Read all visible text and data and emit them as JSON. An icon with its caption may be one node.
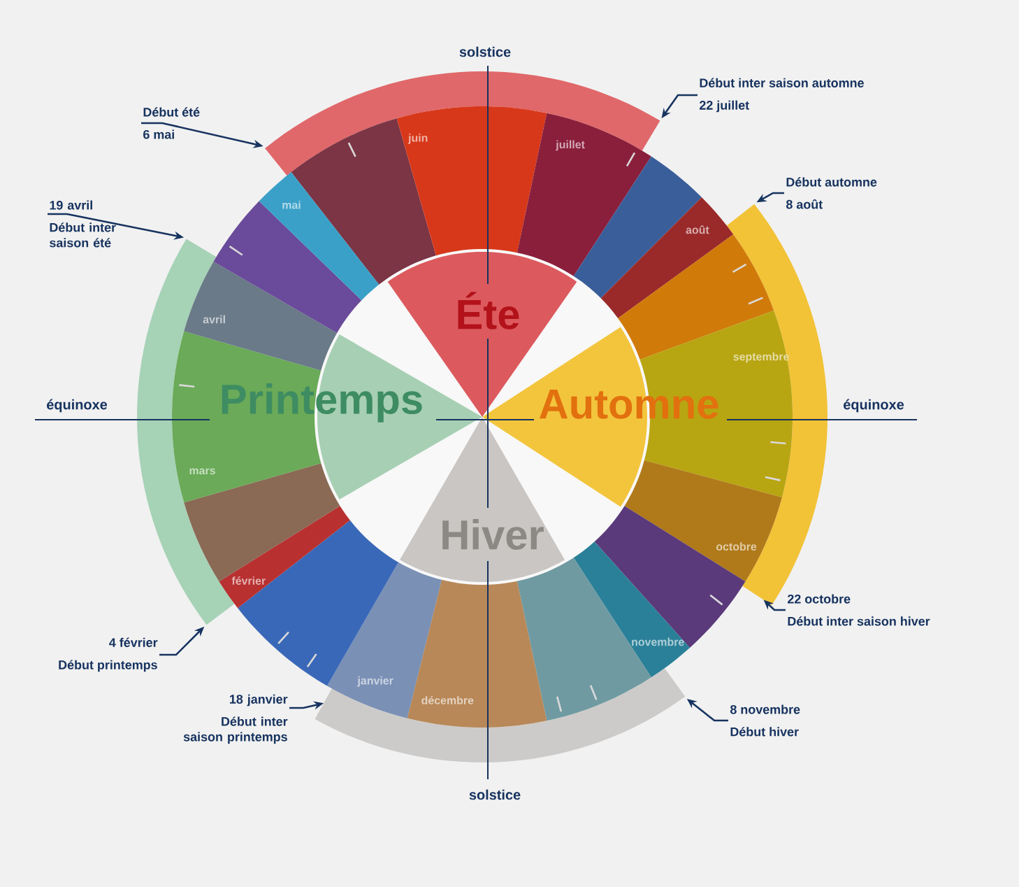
{
  "diagram": {
    "nodes": [
      {
        "text": [
          "Début été",
          "6 mai"
        ]
      },
      {
        "text": [
          "Début inter saison automne",
          "22 juillet"
        ]
      },
      {
        "text": [
          "19 avril",
          "Début inter saison été"
        ]
      },
      {
        "text": [
          "Début automne",
          "8 août"
        ]
      },
      {
        "text": [
          "22 octobre",
          "Début inter saison hiver"
        ]
      },
      {
        "text": [
          "4 février",
          "Début printemps"
        ]
      },
      {
        "text": [
          "18 janvier",
          "Début inter saison printemps"
        ]
      },
      {
        "text": [
          "8 novembre",
          "Début hiver"
        ]
      },
      {
        "text": [],
        "shape": "band"
      },
      {
        "text": [],
        "shape": "band"
      },
      {
        "text": [],
        "shape": "band"
      },
      {
        "text": [],
        "shape": "band"
      },
      {
        "text": [
          "Éte"
        ]
      },
      {
        "text": [
          "Printemps"
        ]
      },
      {
        "text": [
          "Automne"
        ]
      },
      {
        "text": [
          "Hiver"
        ]
      },
      {
        "text": [],
        "shape": "sector"
      },
      {
        "text": [
          "juin"
        ]
      },
      {
        "text": [
          "juillet"
        ]
      },
      {
        "text": [],
        "shape": "sector"
      },
      {
        "text": [
          "août"
        ]
      },
      {
        "text": [],
        "shape": "sector"
      },
      {
        "text": [
          "septembre"
        ]
      },
      {
        "text": [
          "octobre"
        ]
      },
      {
        "text": [],
        "shape": "sector"
      },
      {
        "text": [
          "novembre"
        ]
      },
      {
        "text": [],
        "shape": "sector"
      },
      {
        "text": [
          "décembre"
        ]
      },
      {
        "text": [
          "janvier"
        ]
      },
      {
        "text": [],
        "shape": "sector"
      },
      {
        "text": [
          "février"
        ]
      },
      {
        "text": [],
        "shape": "sector"
      },
      {
        "text": [
          "mars"
        ]
      },
      {
        "text": [
          "avril"
        ]
      },
      {
        "text": [],
        "shape": "sector"
      },
      {
        "text": [
          "mai"
        ]
      }
    ],
    "edges": [
      {
        "from": 0,
        "to": 8,
        "arrow": "to"
      },
      {
        "from": 1,
        "to": 8,
        "arrow": "to"
      },
      {
        "from": 2,
        "to": 11,
        "arrow": "to"
      },
      {
        "from": 3,
        "to": 9,
        "arrow": "to"
      },
      {
        "from": 4,
        "to": 9,
        "arrow": "to"
      },
      {
        "from": 5,
        "to": 11,
        "arrow": "to"
      },
      {
        "from": 6,
        "to": 10,
        "arrow": "to"
      },
      {
        "from": 7,
        "to": 10,
        "arrow": "to"
      }
    ],
    "labels": [
      "solstice",
      "équinoxe",
      "équinoxe",
      "solstice"
    ]
  }
}
